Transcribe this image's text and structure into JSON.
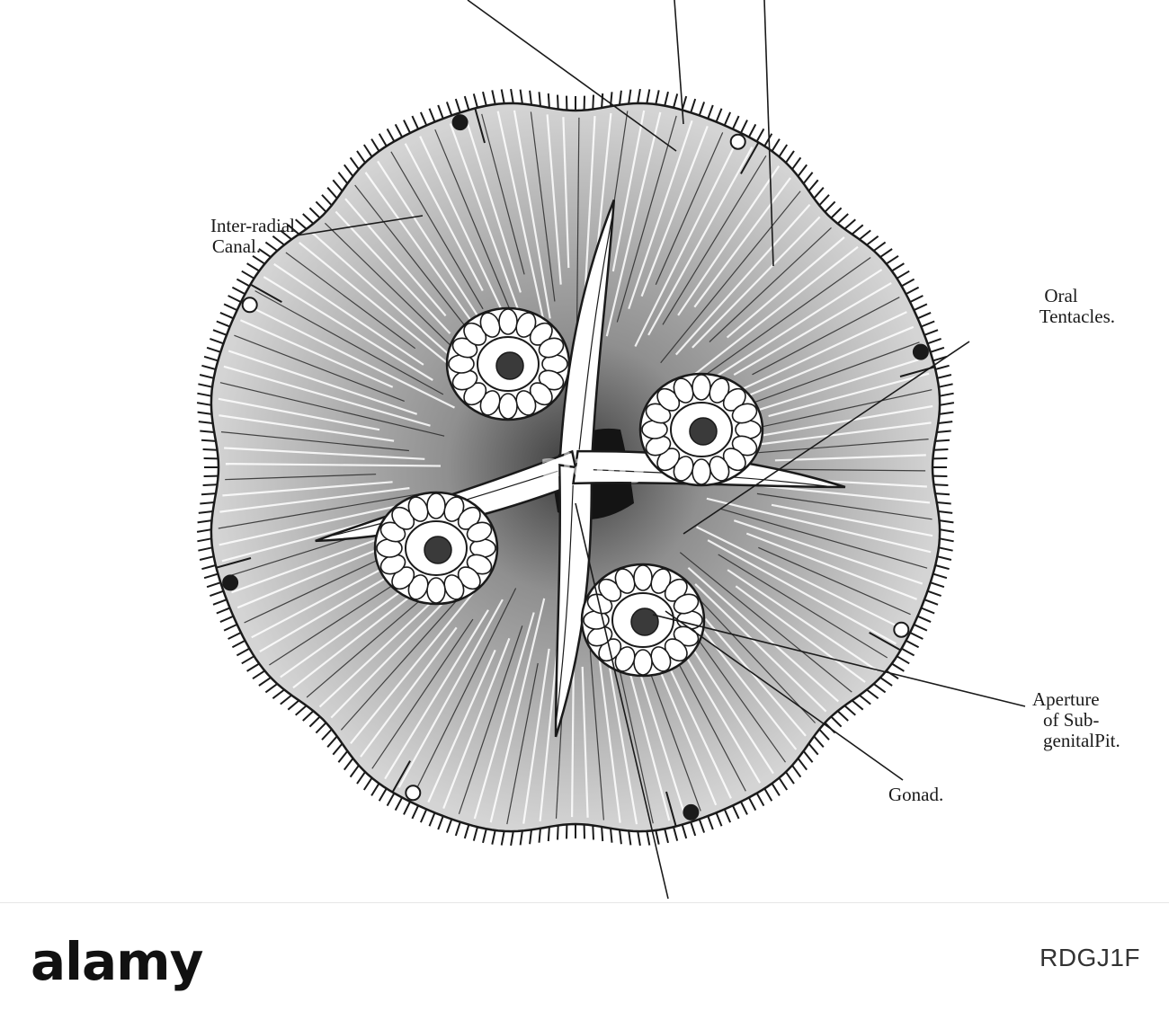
{
  "figure": {
    "labels": {
      "interradial_canal": [
        "Inter-radial",
        "Canal."
      ],
      "oral_tentacles": [
        "Oral",
        "Tentacles."
      ],
      "aperture": [
        "Aperture",
        "of Sub-",
        "genitalPit."
      ],
      "gonad": [
        "Gonad."
      ]
    }
  },
  "watermark": {
    "text": "alamy"
  },
  "stock": {
    "logo": "alamy",
    "image_id": "RDGJ1F"
  },
  "colors": {
    "ink": "#1a1a1a",
    "shade": "#8a8a8a",
    "paper": "#ffffff"
  }
}
